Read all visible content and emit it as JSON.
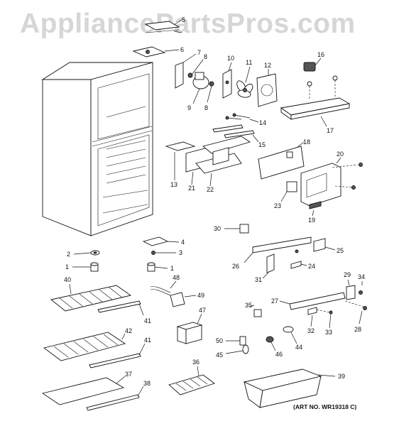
{
  "watermark": "AppliancePartsPros.com",
  "art_number": "(ART NO. WR19318 C)",
  "callouts": {
    "p1a": "1",
    "p1b": "1",
    "p2": "2",
    "p3": "3",
    "p4": "4",
    "p5": "5",
    "p6": "6",
    "p7": "7",
    "p8a": "8",
    "p8b": "8",
    "p9": "9",
    "p10": "10",
    "p11": "11",
    "p12": "12",
    "p13": "13",
    "p14": "14",
    "p15": "15",
    "p16": "16",
    "p17": "17",
    "p18": "18",
    "p19": "19",
    "p20": "20",
    "p21": "21",
    "p22": "22",
    "p23": "23",
    "p24": "24",
    "p25": "25",
    "p26": "26",
    "p27": "27",
    "p28": "28",
    "p29": "29",
    "p30": "30",
    "p31": "31",
    "p32": "32",
    "p33": "33",
    "p34": "34",
    "p35": "35",
    "p36": "36",
    "p37": "37",
    "p38": "38",
    "p39": "39",
    "p40": "40",
    "p41a": "41",
    "p41b": "41",
    "p42": "42",
    "p44": "44",
    "p45": "45",
    "p46": "46",
    "p47": "47",
    "p48": "48",
    "p49": "49",
    "p50": "50"
  }
}
